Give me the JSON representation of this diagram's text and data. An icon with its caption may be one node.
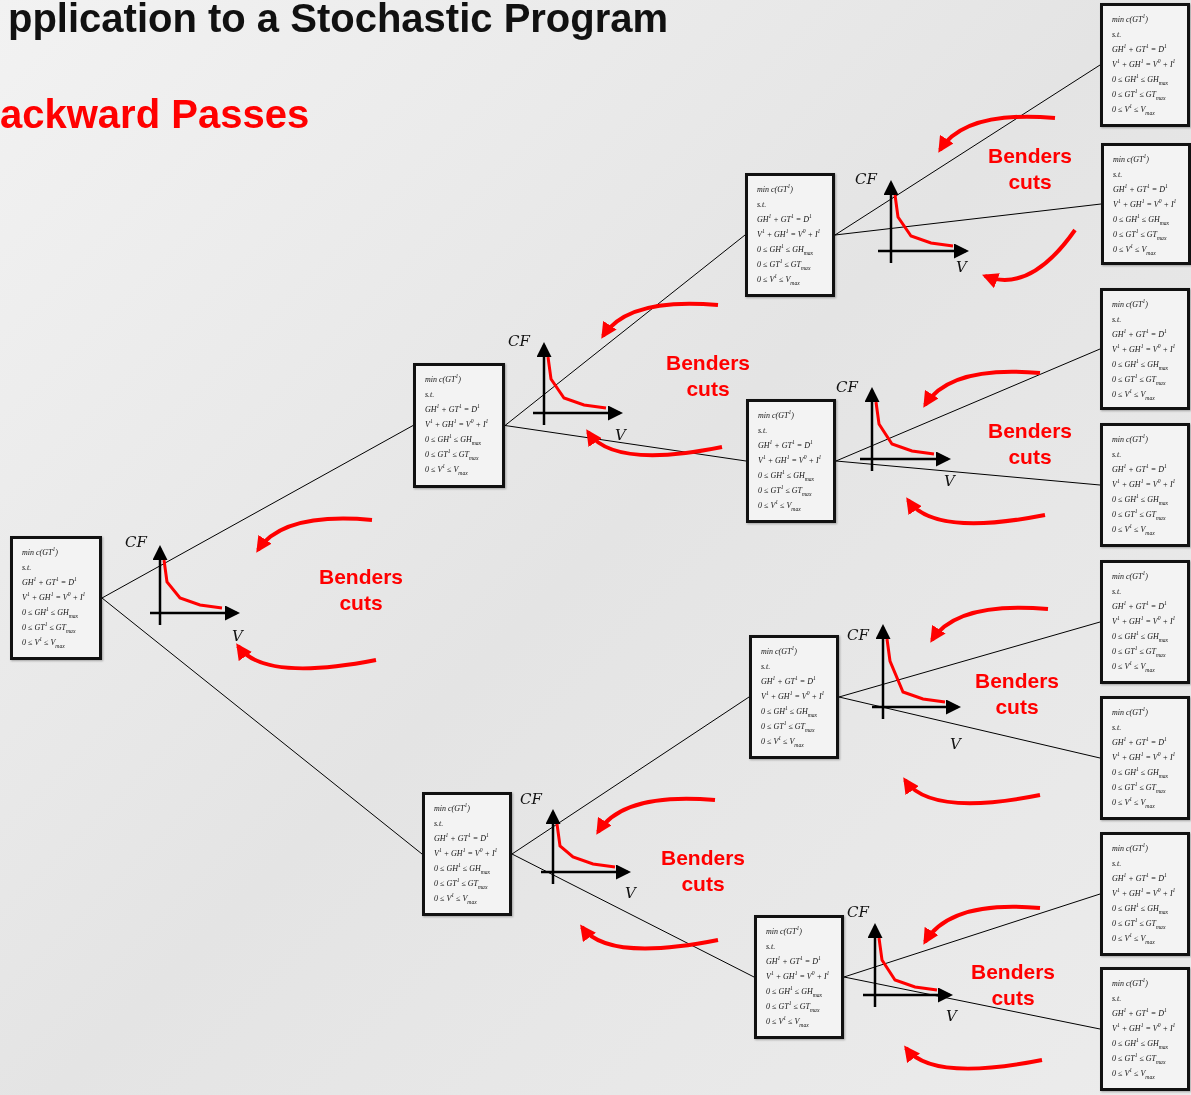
{
  "diagram": {
    "title": "pplication to a Stochastic Program",
    "nodes": [
      {
        "text": [
          "min c(GT$^{1}$)",
          "s.t.",
          "GH$^{1}$ + GT$^{1}$ = D$^{1}$",
          "V$^{1}$ + GH$^{1}$ = V$^{0}$ + I$^{1}$",
          "0 ≤ GH$^{1}$ ≤ GH$_{max}$",
          "0 ≤ GT$^{1}$ ≤ GT$_{max}$",
          "0 ≤ V$^{1}$ ≤ V$_{max}$"
        ]
      },
      {
        "text": [
          "min c(GT$^{1}$)",
          "s.t.",
          "GH$^{1}$ + GT$^{1}$ = D$^{1}$",
          "V$^{1}$ + GH$^{1}$ = V$^{0}$ + I$^{1}$",
          "0 ≤ GH$^{1}$ ≤ GH$_{max}$",
          "0 ≤ GT$^{1}$ ≤ GT$_{max}$",
          "0 ≤ V$^{1}$ ≤ V$_{max}$"
        ]
      },
      {
        "text": [
          "min c(GT$^{1}$)",
          "s.t.",
          "GH$^{1}$ + GT$^{1}$ = D$^{1}$",
          "V$^{1}$ + GH$^{1}$ = V$^{0}$ + I$^{1}$",
          "0 ≤ GH$^{1}$ ≤ GH$_{max}$",
          "0 ≤ GT$^{1}$ ≤ GT$_{max}$",
          "0 ≤ V$^{1}$ ≤ V$_{max}$"
        ]
      },
      {
        "text": [
          "min c(GT$^{1}$)",
          "s.t.",
          "GH$^{1}$ + GT$^{1}$ = D$^{1}$",
          "V$^{1}$ + GH$^{1}$ = V$^{0}$ + I$^{1}$",
          "0 ≤ GH$^{1}$ ≤ GH$_{max}$",
          "0 ≤ GT$^{1}$ ≤ GT$_{max}$",
          "0 ≤ V$^{1}$ ≤ V$_{max}$"
        ]
      },
      {
        "text": [
          "min c(GT$^{1}$)",
          "s.t.",
          "GH$^{1}$ + GT$^{1}$ = D$^{1}$",
          "V$^{1}$ + GH$^{1}$ = V$^{0}$ + I$^{1}$",
          "0 ≤ GH$^{1}$ ≤ GH$_{max}$",
          "0 ≤ GT$^{1}$ ≤ GT$_{max}$",
          "0 ≤ V$^{1}$ ≤ V$_{max}$"
        ]
      },
      {
        "text": [
          "min c(GT$^{1}$)",
          "s.t.",
          "GH$^{1}$ + GT$^{1}$ = D$^{1}$",
          "V$^{1}$ + GH$^{1}$ = V$^{0}$ + I$^{1}$",
          "0 ≤ GH$^{1}$ ≤ GH$_{max}$",
          "0 ≤ GT$^{1}$ ≤ GT$_{max}$",
          "0 ≤ V$^{1}$ ≤ V$_{max}$"
        ]
      },
      {
        "text": [
          "min c(GT$^{1}$)",
          "s.t.",
          "GH$^{1}$ + GT$^{1}$ = D$^{1}$",
          "V$^{1}$ + GH$^{1}$ = V$^{0}$ + I$^{1}$",
          "0 ≤ GH$^{1}$ ≤ GH$_{max}$",
          "0 ≤ GT$^{1}$ ≤ GT$_{max}$",
          "0 ≤ V$^{1}$ ≤ V$_{max}$"
        ]
      },
      {
        "text": [
          "min c(GT$^{1}$)",
          "s.t.",
          "GH$^{1}$ + GT$^{1}$ = D$^{1}$",
          "V$^{1}$ + GH$^{1}$ = V$^{0}$ + I$^{1}$",
          "0 ≤ GH$^{1}$ ≤ GH$_{max}$",
          "0 ≤ GT$^{1}$ ≤ GT$_{max}$",
          "0 ≤ V$^{1}$ ≤ V$_{max}$"
        ]
      },
      {
        "text": [
          "min c(GT$^{1}$)",
          "s.t.",
          "GH$^{1}$ + GT$^{1}$ = D$^{1}$",
          "V$^{1}$ + GH$^{1}$ = V$^{0}$ + I$^{1}$",
          "0 ≤ GH$^{1}$ ≤ GH$_{max}$",
          "0 ≤ GT$^{1}$ ≤ GT$_{max}$",
          "0 ≤ V$^{1}$ ≤ V$_{max}$"
        ]
      },
      {
        "text": [
          "min c(GT$^{1}$)",
          "s.t.",
          "GH$^{1}$ + GT$^{1}$ = D$^{1}$",
          "V$^{1}$ + GH$^{1}$ = V$^{0}$ + I$^{1}$",
          "0 ≤ GH$^{1}$ ≤ GH$_{max}$",
          "0 ≤ GT$^{1}$ ≤ GT$_{max}$",
          "0 ≤ V$^{1}$ ≤ V$_{max}$"
        ]
      },
      {
        "text": [
          "min c(GT$^{1}$)",
          "s.t.",
          "GH$^{1}$ + GT$^{1}$ = D$^{1}$",
          "V$^{1}$ + GH$^{1}$ = V$^{0}$ + I$^{1}$",
          "0 ≤ GH$^{1}$ ≤ GH$_{max}$",
          "0 ≤ GT$^{1}$ ≤ GT$_{max}$",
          "0 ≤ V$^{1}$ ≤ V$_{max}$"
        ]
      },
      {
        "text": [
          "min c(GT$^{1}$)",
          "s.t.",
          "GH$^{1}$ + GT$^{1}$ = D$^{1}$",
          "V$^{1}$ + GH$^{1}$ = V$^{0}$ + I$^{1}$",
          "0 ≤ GH$^{1}$ ≤ GH$_{max}$",
          "0 ≤ GT$^{1}$ ≤ GT$_{max}$",
          "0 ≤ V$^{1}$ ≤ V$_{max}$"
        ]
      },
      {
        "text": [
          "min c(GT$^{1}$)",
          "s.t.",
          "GH$^{1}$ + GT$^{1}$ = D$^{1}$",
          "V$^{1}$ + GH$^{1}$ = V$^{0}$ + I$^{1}$",
          "0 ≤ GH$^{1}$ ≤ GH$_{max}$",
          "0 ≤ GT$^{1}$ ≤ GT$_{max}$",
          "0 ≤ V$^{1}$ ≤ V$_{max}$"
        ]
      },
      {
        "text": [
          "min c(GT$^{1}$)",
          "s.t.",
          "GH$^{1}$ + GT$^{1}$ = D$^{1}$",
          "V$^{1}$ + GH$^{1}$ = V$^{0}$ + I$^{1}$",
          "0 ≤ GH$^{1}$ ≤ GH$_{max}$",
          "0 ≤ GT$^{1}$ ≤ GT$_{max}$",
          "0 ≤ V$^{1}$ ≤ V$_{max}$"
        ]
      },
      {
        "text": [
          "min c(GT$^{1}$)",
          "s.t.",
          "GH$^{1}$ + GT$^{1}$ = D$^{1}$",
          "V$^{1}$ + GH$^{1}$ = V$^{0}$ + I$^{1}$",
          "0 ≤ GH$^{1}$ ≤ GH$_{max}$",
          "0 ≤ GT$^{1}$ ≤ GT$_{max}$",
          "0 ≤ V$^{1}$ ≤ V$_{max}$"
        ]
      }
    ],
    "edges": [
      {
        "from": 0,
        "to": 1,
        "arrow": "none"
      },
      {
        "from": 0,
        "to": 2,
        "arrow": "none"
      },
      {
        "from": 1,
        "to": 3,
        "arrow": "none"
      },
      {
        "from": 1,
        "to": 4,
        "arrow": "none"
      },
      {
        "from": 2,
        "to": 5,
        "arrow": "none"
      },
      {
        "from": 2,
        "to": 6,
        "arrow": "none"
      },
      {
        "from": 3,
        "to": 7,
        "arrow": "none"
      },
      {
        "from": 3,
        "to": 8,
        "arrow": "none"
      },
      {
        "from": 4,
        "to": 9,
        "arrow": "none"
      },
      {
        "from": 4,
        "to": 10,
        "arrow": "none"
      },
      {
        "from": 5,
        "to": 11,
        "arrow": "none"
      },
      {
        "from": 5,
        "to": 12,
        "arrow": "none"
      },
      {
        "from": 6,
        "to": 13,
        "arrow": "none"
      },
      {
        "from": 6,
        "to": 14,
        "arrow": "none"
      }
    ],
    "labels": [
      "ackward Passes",
      "CF",
      "V",
      "Benders cuts",
      "CF",
      "V",
      "Benders cuts",
      "CF",
      "V",
      "Benders cuts",
      "CF",
      "V",
      "Benders cuts",
      "CF",
      "V",
      "Benders cuts",
      "CF",
      "V",
      "Benders cuts",
      "CF",
      "V",
      "Benders cuts"
    ]
  }
}
